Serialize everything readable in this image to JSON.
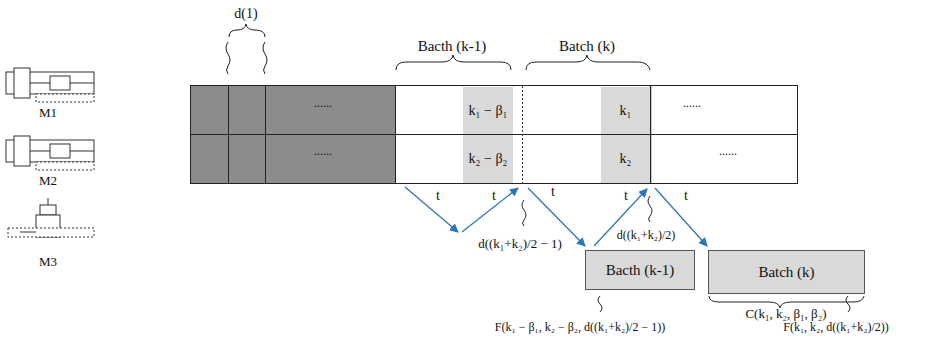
{
  "diagram": {
    "nodes": [
      {
        "text": [
          "k₁ − β₁"
        ]
      },
      {
        "text": [
          "k₂ − β₂"
        ]
      },
      {
        "text": [
          "k₁"
        ]
      },
      {
        "text": [
          "k₂"
        ]
      },
      {
        "text": [
          "Bacth (k-1)"
        ]
      },
      {
        "text": [
          "Batch (k)"
        ]
      }
    ],
    "labels": [
      "d(1)",
      "Bacth (k-1)",
      "Batch (k)",
      "M1",
      "M2",
      "M3",
      "......",
      "......",
      "......",
      "......",
      "t",
      "t",
      "t",
      "t",
      "t",
      "d((k₁+k₂)/2 − 1)",
      "d((k₁+k₂)/2)",
      "C(k₁, k₂, β₁, β₂)",
      "F(k₁ − β₁, k₂ − β₂, d((k₁+k₂)/2 − 1))",
      "F(k₁, k₂, d((k₁+k₂)/2))"
    ]
  }
}
